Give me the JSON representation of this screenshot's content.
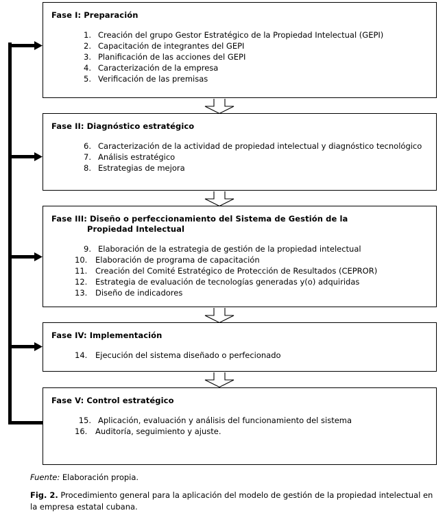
{
  "figure": {
    "phases": [
      {
        "id": "fase-1",
        "title": "Fase I: Preparación",
        "title_cont": "",
        "steps": [
          {
            "num": "1.",
            "text": "Creación del grupo Gestor Estratégico de la Propiedad Intelectual (GEPI)"
          },
          {
            "num": "2.",
            "text": "Capacitación de integrantes del GEPI"
          },
          {
            "num": "3.",
            "text": "Planificación de las acciones del GEPI"
          },
          {
            "num": "4.",
            "text": "Caracterización de la empresa"
          },
          {
            "num": "5.",
            "text": "Verificación de las premisas"
          }
        ]
      },
      {
        "id": "fase-2",
        "title": "Fase II: Diagnóstico estratégico",
        "title_cont": "",
        "steps": [
          {
            "num": "6.",
            "text": "Caracterización de la actividad de propiedad intelectual y diagnóstico tecnológico"
          },
          {
            "num": "7.",
            "text": "Análisis estratégico"
          },
          {
            "num": "8.",
            "text": "Estrategias de mejora"
          }
        ]
      },
      {
        "id": "fase-3",
        "title": "Fase III: Diseño o perfeccionamiento del Sistema de Gestión de la",
        "title_cont": "Propiedad Intelectual",
        "steps": [
          {
            "num": "9.",
            "text": "Elaboración de la estrategia de gestión de la propiedad intelectual"
          },
          {
            "num": "10.",
            "text": "Elaboración de programa de capacitación"
          },
          {
            "num": "11.",
            "text": "Creación del Comité Estratégico de Protección de Resultados (CEPROR)"
          },
          {
            "num": "12.",
            "text": "Estrategia de evaluación de tecnologías generadas y(o) adquiridas"
          },
          {
            "num": "13.",
            "text": "Diseño de indicadores"
          }
        ]
      },
      {
        "id": "fase-4",
        "title": "Fase IV: Implementación",
        "title_cont": "",
        "steps": [
          {
            "num": "14.",
            "text": "Ejecución del sistema diseñado o perfecionado"
          }
        ]
      },
      {
        "id": "fase-5",
        "title": "Fase V: Control estratégico",
        "title_cont": "",
        "steps": [
          {
            "num": "15.",
            "text": "Aplicación, evaluación y análisis del funcionamiento del sistema"
          },
          {
            "num": "16.",
            "text": "Auditoría, seguimiento y ajuste."
          }
        ]
      }
    ],
    "connectors": {
      "count": 4,
      "icon": "down-block-arrow-icon",
      "style": "hollow-outline"
    },
    "feedback_loop": {
      "icon": "feedback-loop-arrows-icon",
      "arrow_count": 4,
      "description": "Línea de retroalimentación desde Fase V hacia Fases I, II, III y IV"
    }
  },
  "caption": {
    "source_label": "Fuente:",
    "source_text": " Elaboración propia.",
    "figure_label": "Fig. 2.",
    "figure_text": " Procedimiento general para la aplicación del modelo de gestión de la propiedad intelectual en la empresa estatal cubana."
  },
  "colors": {
    "stroke": "#000000",
    "background": "#ffffff",
    "text": "#000000"
  }
}
